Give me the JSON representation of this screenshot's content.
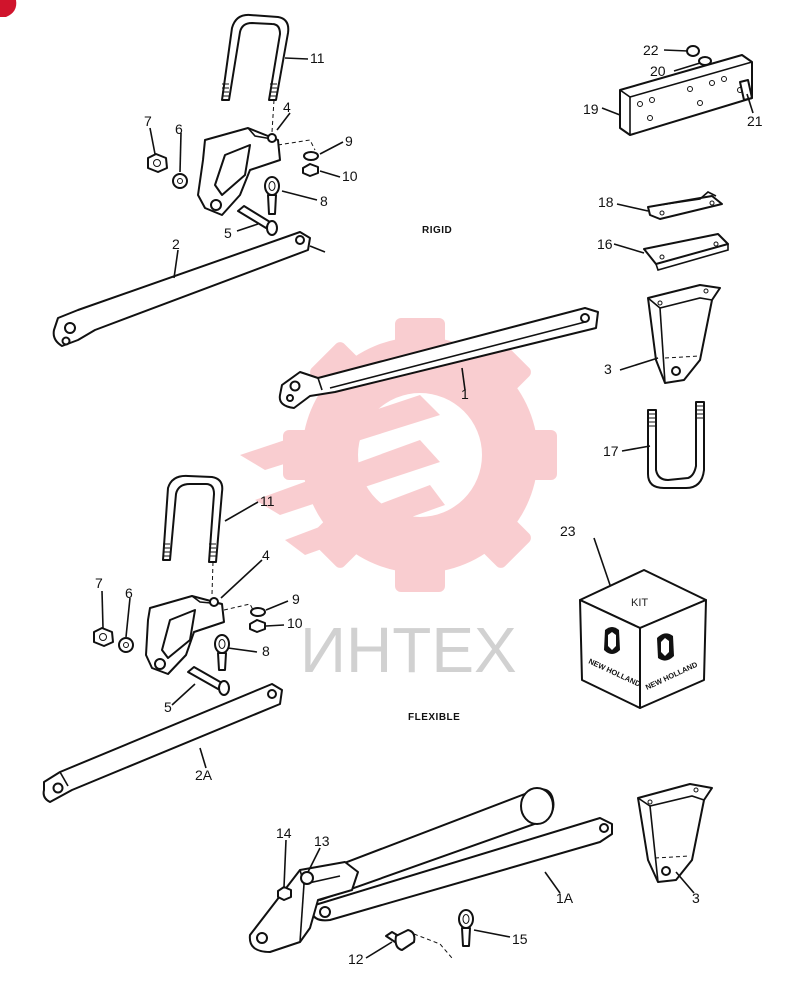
{
  "sections": {
    "rigid": "RIGID",
    "flexible": "FLEXIBLE"
  },
  "kit": {
    "label": "KIT",
    "brand": "NEW HOLLAND"
  },
  "watermark": {
    "text": "ИНТЕХ"
  },
  "callouts": [
    {
      "key": "c-11-top",
      "text": "11"
    },
    {
      "key": "c-4-top",
      "text": "4"
    },
    {
      "key": "c-7-top",
      "text": "7"
    },
    {
      "key": "c-6-top",
      "text": "6"
    },
    {
      "key": "c-9-top",
      "text": "9"
    },
    {
      "key": "c-10-top",
      "text": "10"
    },
    {
      "key": "c-8-top",
      "text": "8"
    },
    {
      "key": "c-5-top",
      "text": "5"
    },
    {
      "key": "c-2-top",
      "text": "2"
    },
    {
      "key": "c-1",
      "text": "1"
    },
    {
      "key": "c-22",
      "text": "22"
    },
    {
      "key": "c-20",
      "text": "20"
    },
    {
      "key": "c-19",
      "text": "19"
    },
    {
      "key": "c-21",
      "text": "21"
    },
    {
      "key": "c-18",
      "text": "18"
    },
    {
      "key": "c-16",
      "text": "16"
    },
    {
      "key": "c-3-top",
      "text": "3"
    },
    {
      "key": "c-17",
      "text": "17"
    },
    {
      "key": "c-11-bot",
      "text": "11"
    },
    {
      "key": "c-4-bot",
      "text": "4"
    },
    {
      "key": "c-7-bot",
      "text": "7"
    },
    {
      "key": "c-6-bot",
      "text": "6"
    },
    {
      "key": "c-9-bot",
      "text": "9"
    },
    {
      "key": "c-10-bot",
      "text": "10"
    },
    {
      "key": "c-8-bot",
      "text": "8"
    },
    {
      "key": "c-5-bot",
      "text": "5"
    },
    {
      "key": "c-2a",
      "text": "2A"
    },
    {
      "key": "c-23",
      "text": "23"
    },
    {
      "key": "c-14",
      "text": "14"
    },
    {
      "key": "c-13",
      "text": "13"
    },
    {
      "key": "c-1a",
      "text": "1A"
    },
    {
      "key": "c-3-bot",
      "text": "3"
    },
    {
      "key": "c-12",
      "text": "12"
    },
    {
      "key": "c-15",
      "text": "15"
    }
  ]
}
